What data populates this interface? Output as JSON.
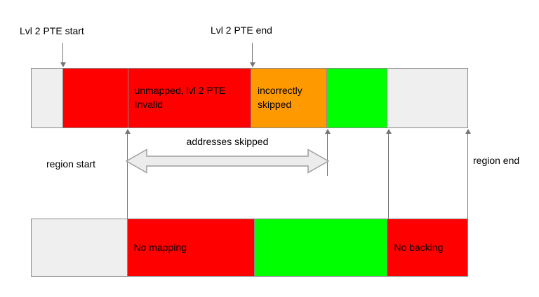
{
  "background_color": "#ffffff",
  "colors": {
    "red": "#ff0000",
    "orange": "#ff9900",
    "green": "#00ff00",
    "light_gray": "#efefef",
    "segment_border": "#8a8a8a",
    "connector_gray": "#757575",
    "big_arrow_fill": "#ececec",
    "big_arrow_stroke": "#9e9e9e",
    "text": "#000000"
  },
  "labels": {
    "lvl2_pte_start": "Lvl 2 PTE start",
    "lvl2_pte_end": "Lvl 2 PTE end",
    "addresses_skipped": "addresses skipped",
    "region_start": "region start",
    "region_end": "region end"
  },
  "top_bar": {
    "segments": [
      {
        "color": "light_gray",
        "label": ""
      },
      {
        "color": "red",
        "label": ""
      },
      {
        "color": "red",
        "label": "unmapped, lvl 2 PTE Invalid"
      },
      {
        "color": "orange",
        "label": "incorrectly skipped"
      },
      {
        "color": "green",
        "label": ""
      },
      {
        "color": "light_gray",
        "label": ""
      }
    ]
  },
  "bottom_bar": {
    "segments": [
      {
        "color": "light_gray",
        "label": ""
      },
      {
        "color": "red",
        "label": "No mapping"
      },
      {
        "color": "green",
        "label": ""
      },
      {
        "color": "red",
        "label": "No backing"
      }
    ]
  }
}
